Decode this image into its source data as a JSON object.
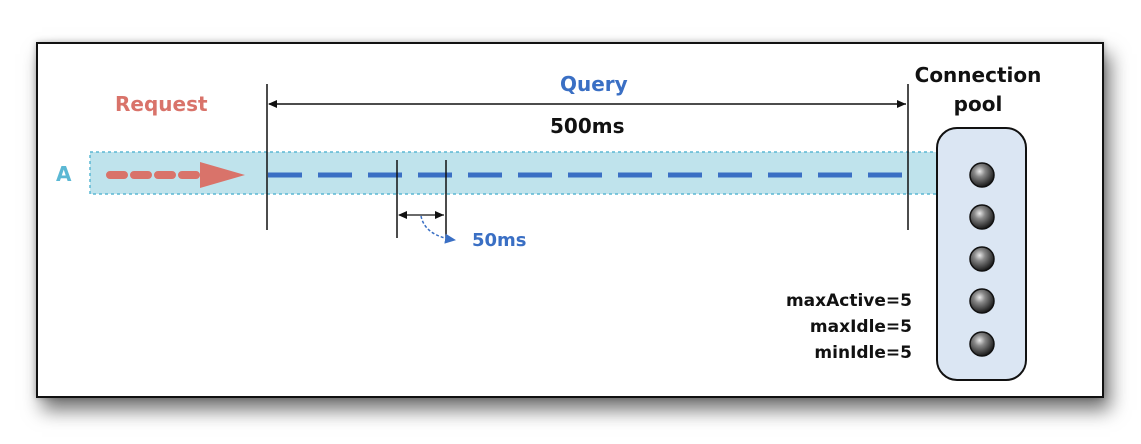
{
  "diagram": {
    "request_label": "Request",
    "query_label": "Query",
    "duration_label": "500ms",
    "interval_label": "50ms",
    "row_label": "A",
    "pool_title_line1": "Connection",
    "pool_title_line2": "pool",
    "pool_settings": [
      "maxActive=5",
      "maxIdle=5",
      "minIdle=5"
    ],
    "colors": {
      "request": "#d9736a",
      "query": "#3a6fc4",
      "lane": "#bfe3ec",
      "row_label": "#5bb8d4"
    }
  }
}
